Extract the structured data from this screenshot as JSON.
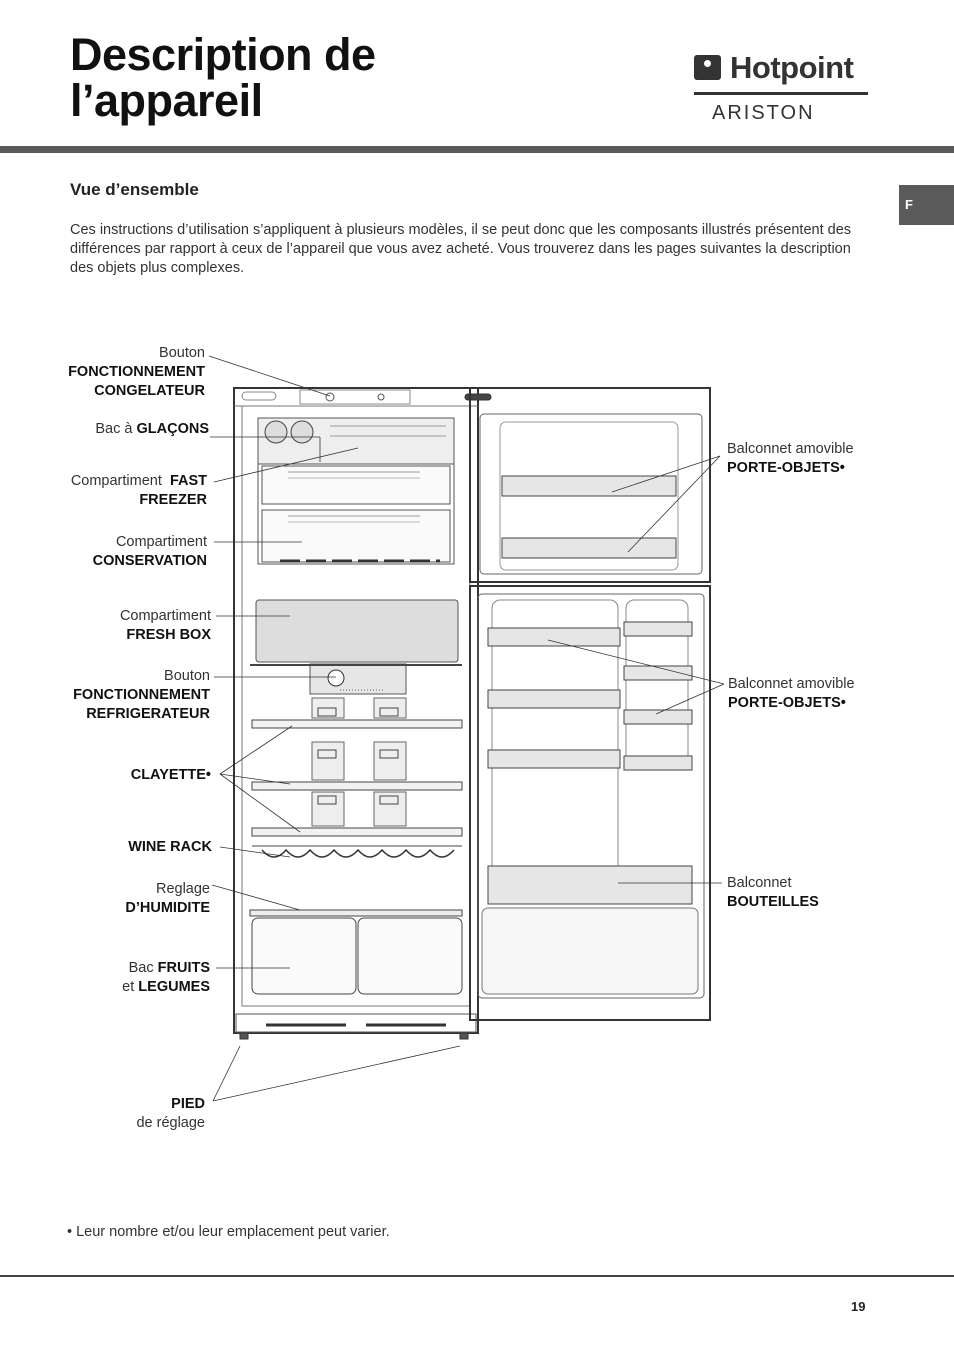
{
  "title_line1": "Description de",
  "title_line2": "l’appareil",
  "brand": {
    "name": "Hotpoint",
    "sub": "ARISTON"
  },
  "section_title": "Vue d’ensemble",
  "lang_tab": "F",
  "intro": "Ces instructions d’utilisation s’appliquent à plusieurs modèles, il se peut donc que les composants illustrés présentent des différences par rapport à ceux de l’appareil que vous avez acheté. Vous trouverez dans les pages suivantes la description des objets plus complexes.",
  "labels": {
    "bouton_freezer": {
      "l1": "Bouton",
      "l2": "FONCTIONNEMENT",
      "l3": "CONGELATEUR"
    },
    "glacons": {
      "pre": "Bac à ",
      "bold": "GLAÇONS"
    },
    "fast_freezer": {
      "pre": "Compartiment",
      "bold1": "FAST",
      "bold2": "FREEZER"
    },
    "conservation": {
      "l1": "Compartiment",
      "l2": "CONSERVATION"
    },
    "fresh_box": {
      "l1": "Compartiment",
      "l2": "FRESH BOX"
    },
    "bouton_fridge": {
      "l1": "Bouton",
      "l2": "FONCTIONNEMENT",
      "l3": "REFRIGERATEUR"
    },
    "clayette": {
      "bold": "CLAYETTE",
      "mark": "•"
    },
    "wine_rack": {
      "bold": "WINE RACK"
    },
    "humidite": {
      "l1": "Reglage",
      "l2": "D’HUMIDITE"
    },
    "fruits": {
      "pre": "Bac ",
      "bold1": "FRUITS",
      "pre2": "et ",
      "bold2": "LEGUMES"
    },
    "pied": {
      "l1": "PIED",
      "l2": "de réglage"
    },
    "balconnet_top": {
      "l1": "Balconnet amovible",
      "l2": "PORTE-OBJETS",
      "mark": "•"
    },
    "balconnet_mid": {
      "l1": "Balconnet amovible",
      "l2": "PORTE-OBJETS",
      "mark": "•"
    },
    "bouteilles": {
      "l1": "Balconnet",
      "l2": "BOUTEILLES"
    }
  },
  "footnote": "• Leur nombre et/ou leur emplacement peut varier.",
  "page_number": "19"
}
